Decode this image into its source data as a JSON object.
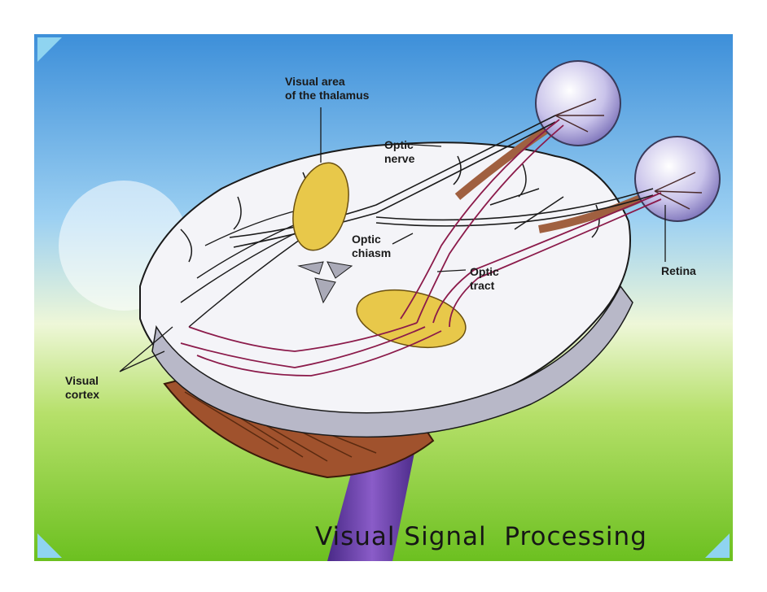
{
  "labels": {
    "thalamus": "Visual area\nof the thalamus",
    "optic_nerve": "Optic\nnerve",
    "optic_chiasm": "Optic\nchiasm",
    "optic_tract": "Optic\ntract",
    "retina": "Retina",
    "visual_cortex": "Visual\ncortex"
  },
  "title": "Visual Signal  Processing",
  "colors": {
    "sky_top": "#3d8fd9",
    "grass": "#7ccc2a",
    "nerve": "#8b1a4a",
    "thalamus_fill": "#e8c84a",
    "cortex_fill": "#a0522d",
    "brainstem": "#6a3fa0",
    "corner": "#8fd4f0"
  }
}
